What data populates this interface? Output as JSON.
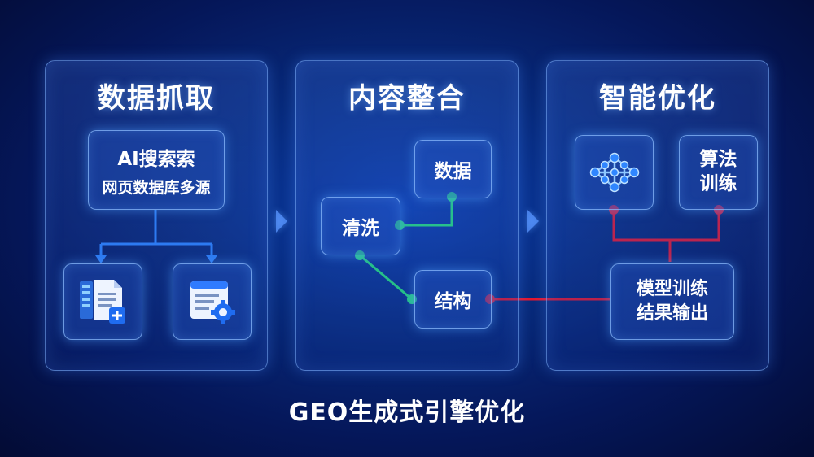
{
  "panels": [
    {
      "title": "数据抓取"
    },
    {
      "title": "内容整合"
    },
    {
      "title": "智能优化"
    }
  ],
  "crawl": {
    "source_line1": "AI搜索索",
    "source_line2": "网页数据库多源"
  },
  "integrate": {
    "clean": "清洗",
    "data": "数据",
    "structure": "结构"
  },
  "optimize": {
    "algorithm_line1": "算法",
    "algorithm_line2": "训练",
    "model_line1": "模型训练",
    "model_line2": "结果输出"
  },
  "footer": "GEO生成式引擎优化",
  "colors": {
    "blue_line": "#2f86ff",
    "green_line": "#27e07a",
    "red_line": "#e8162c"
  }
}
